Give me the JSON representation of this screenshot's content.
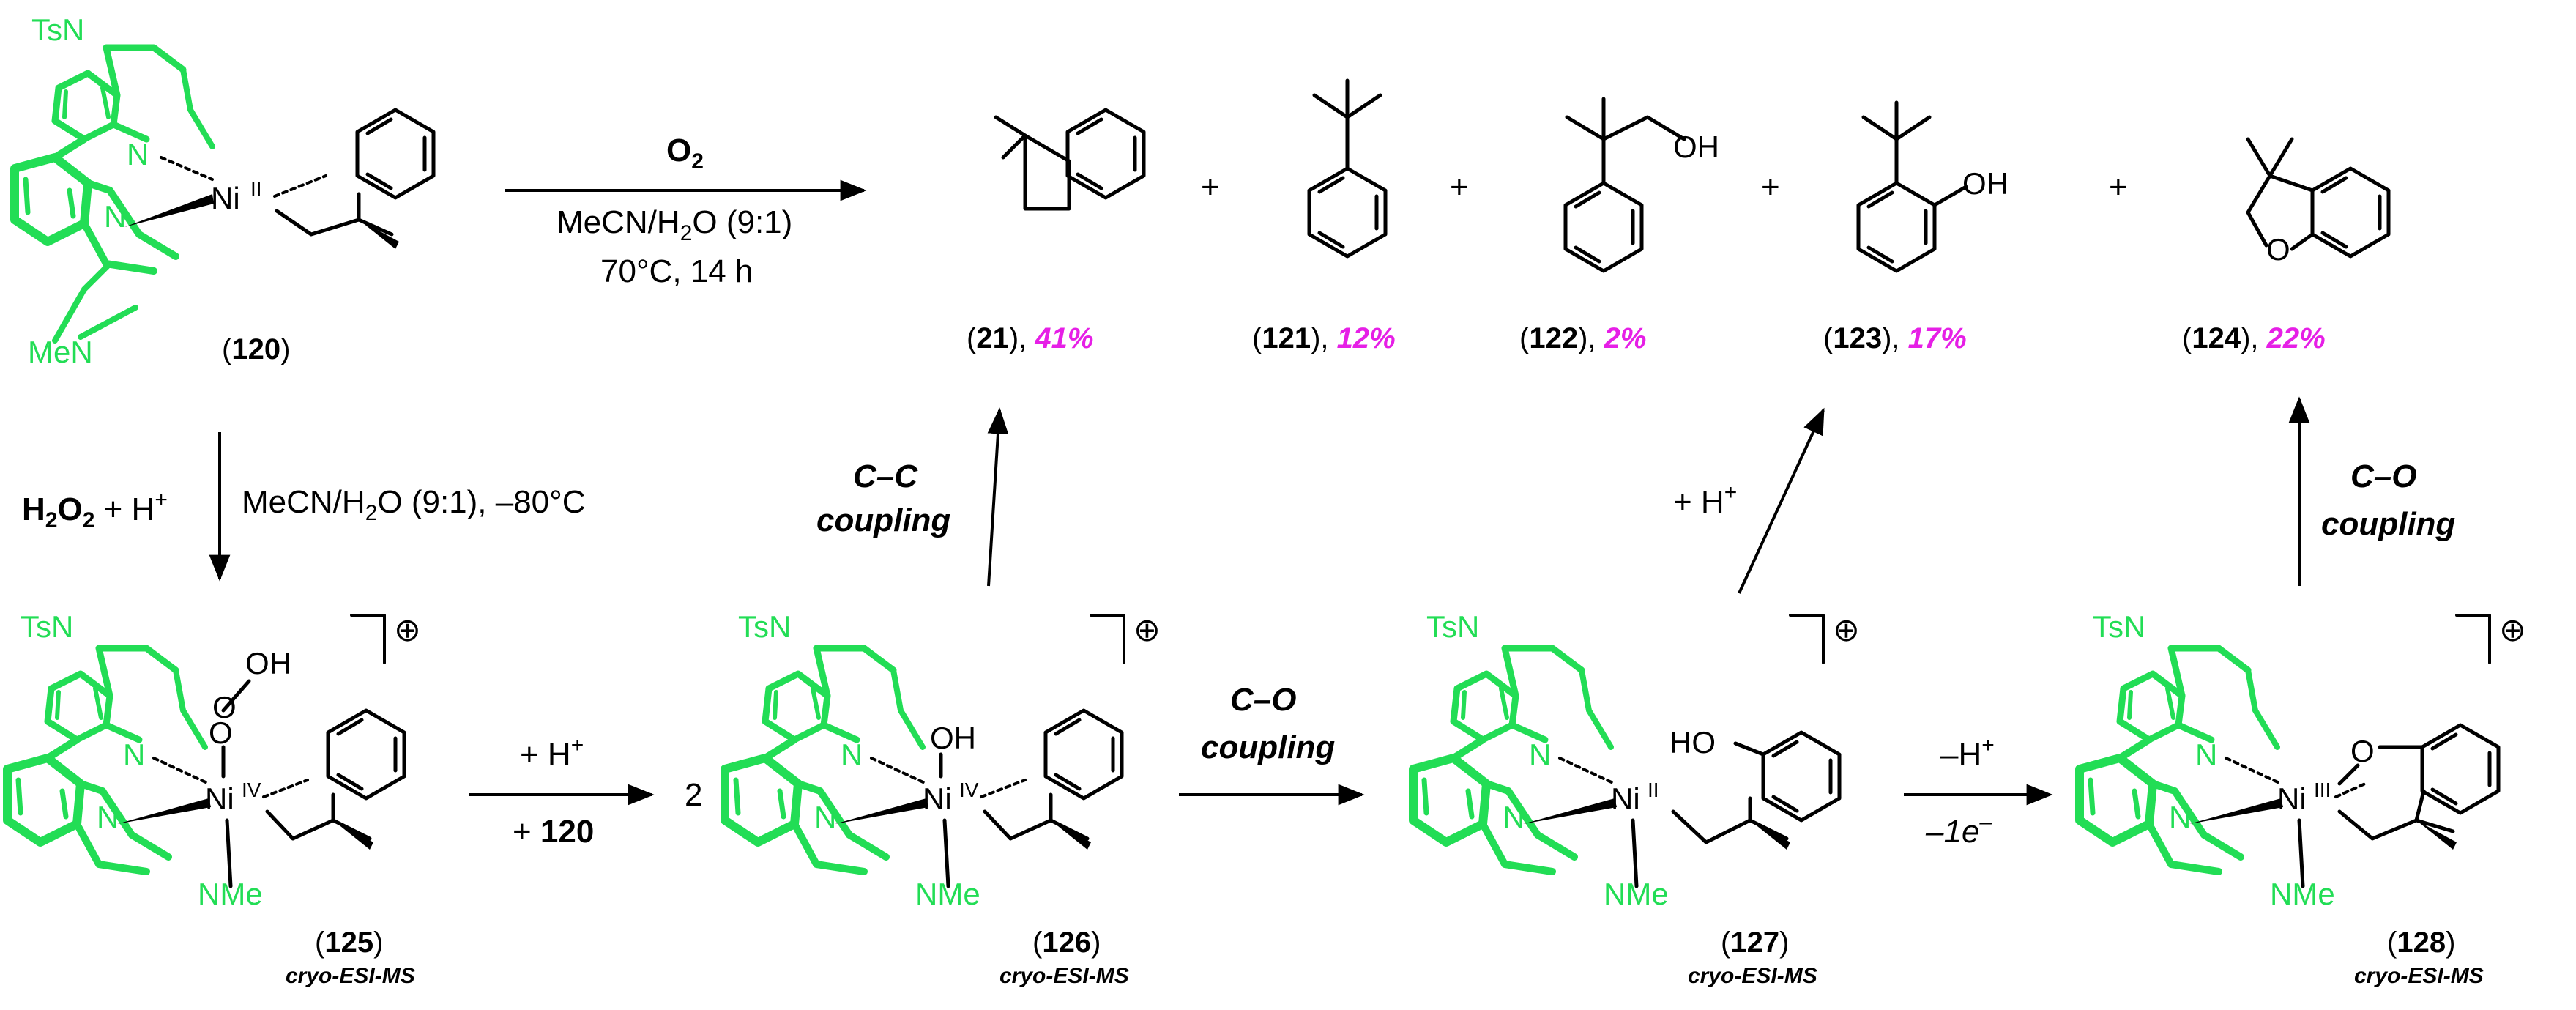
{
  "top_reaction": {
    "reagent": "O2",
    "solvent": "MeCN/H2O (9:1)",
    "conditions": "70°C, 14 h"
  },
  "left_step": {
    "reagent": "H2O2 + H+",
    "conditions": "MeCN/H2O (9:1), –80°C"
  },
  "products": [
    {
      "id": "21",
      "yield": "41%"
    },
    {
      "id": "121",
      "yield": "12%"
    },
    {
      "id": "122",
      "yield": "2%"
    },
    {
      "id": "123",
      "yield": "17%"
    },
    {
      "id": "124",
      "yield": "22%"
    }
  ],
  "plus": "+",
  "start_complex": {
    "id": "120",
    "metal": "Ni",
    "ox": "II",
    "ligand_labels": [
      "TsN",
      "N",
      "N",
      "MeN"
    ]
  },
  "intermediates": [
    {
      "id": "125",
      "tag": "cryo-ESI-MS",
      "metal": "Ni",
      "ox": "IV",
      "extra": "O–OH"
    },
    {
      "id": "126",
      "tag": "cryo-ESI-MS",
      "metal": "Ni",
      "ox": "IV",
      "extra": "OH"
    },
    {
      "id": "127",
      "tag": "cryo-ESI-MS",
      "metal": "Ni",
      "ox": "II",
      "extra": "HO"
    },
    {
      "id": "128",
      "tag": "cryo-ESI-MS",
      "metal": "Ni",
      "ox": "III",
      "extra": "O"
    }
  ],
  "arrows": {
    "a125_126_top": "+ H+",
    "a125_126_bottom": "+ 120",
    "coef_126": "2",
    "a126_127": "C–O coupling",
    "a127_128_top": "–H+",
    "a127_128_bottom": "–1e–",
    "a126_up": "C–C coupling",
    "a127_up": "+ H+",
    "a128_up": "C–O coupling"
  },
  "atom_labels": {
    "OH": "OH",
    "O": "O",
    "NMe": "NMe",
    "N": "N",
    "TsN": "TsN",
    "MeN": "MeN",
    "charge": "⊕"
  }
}
